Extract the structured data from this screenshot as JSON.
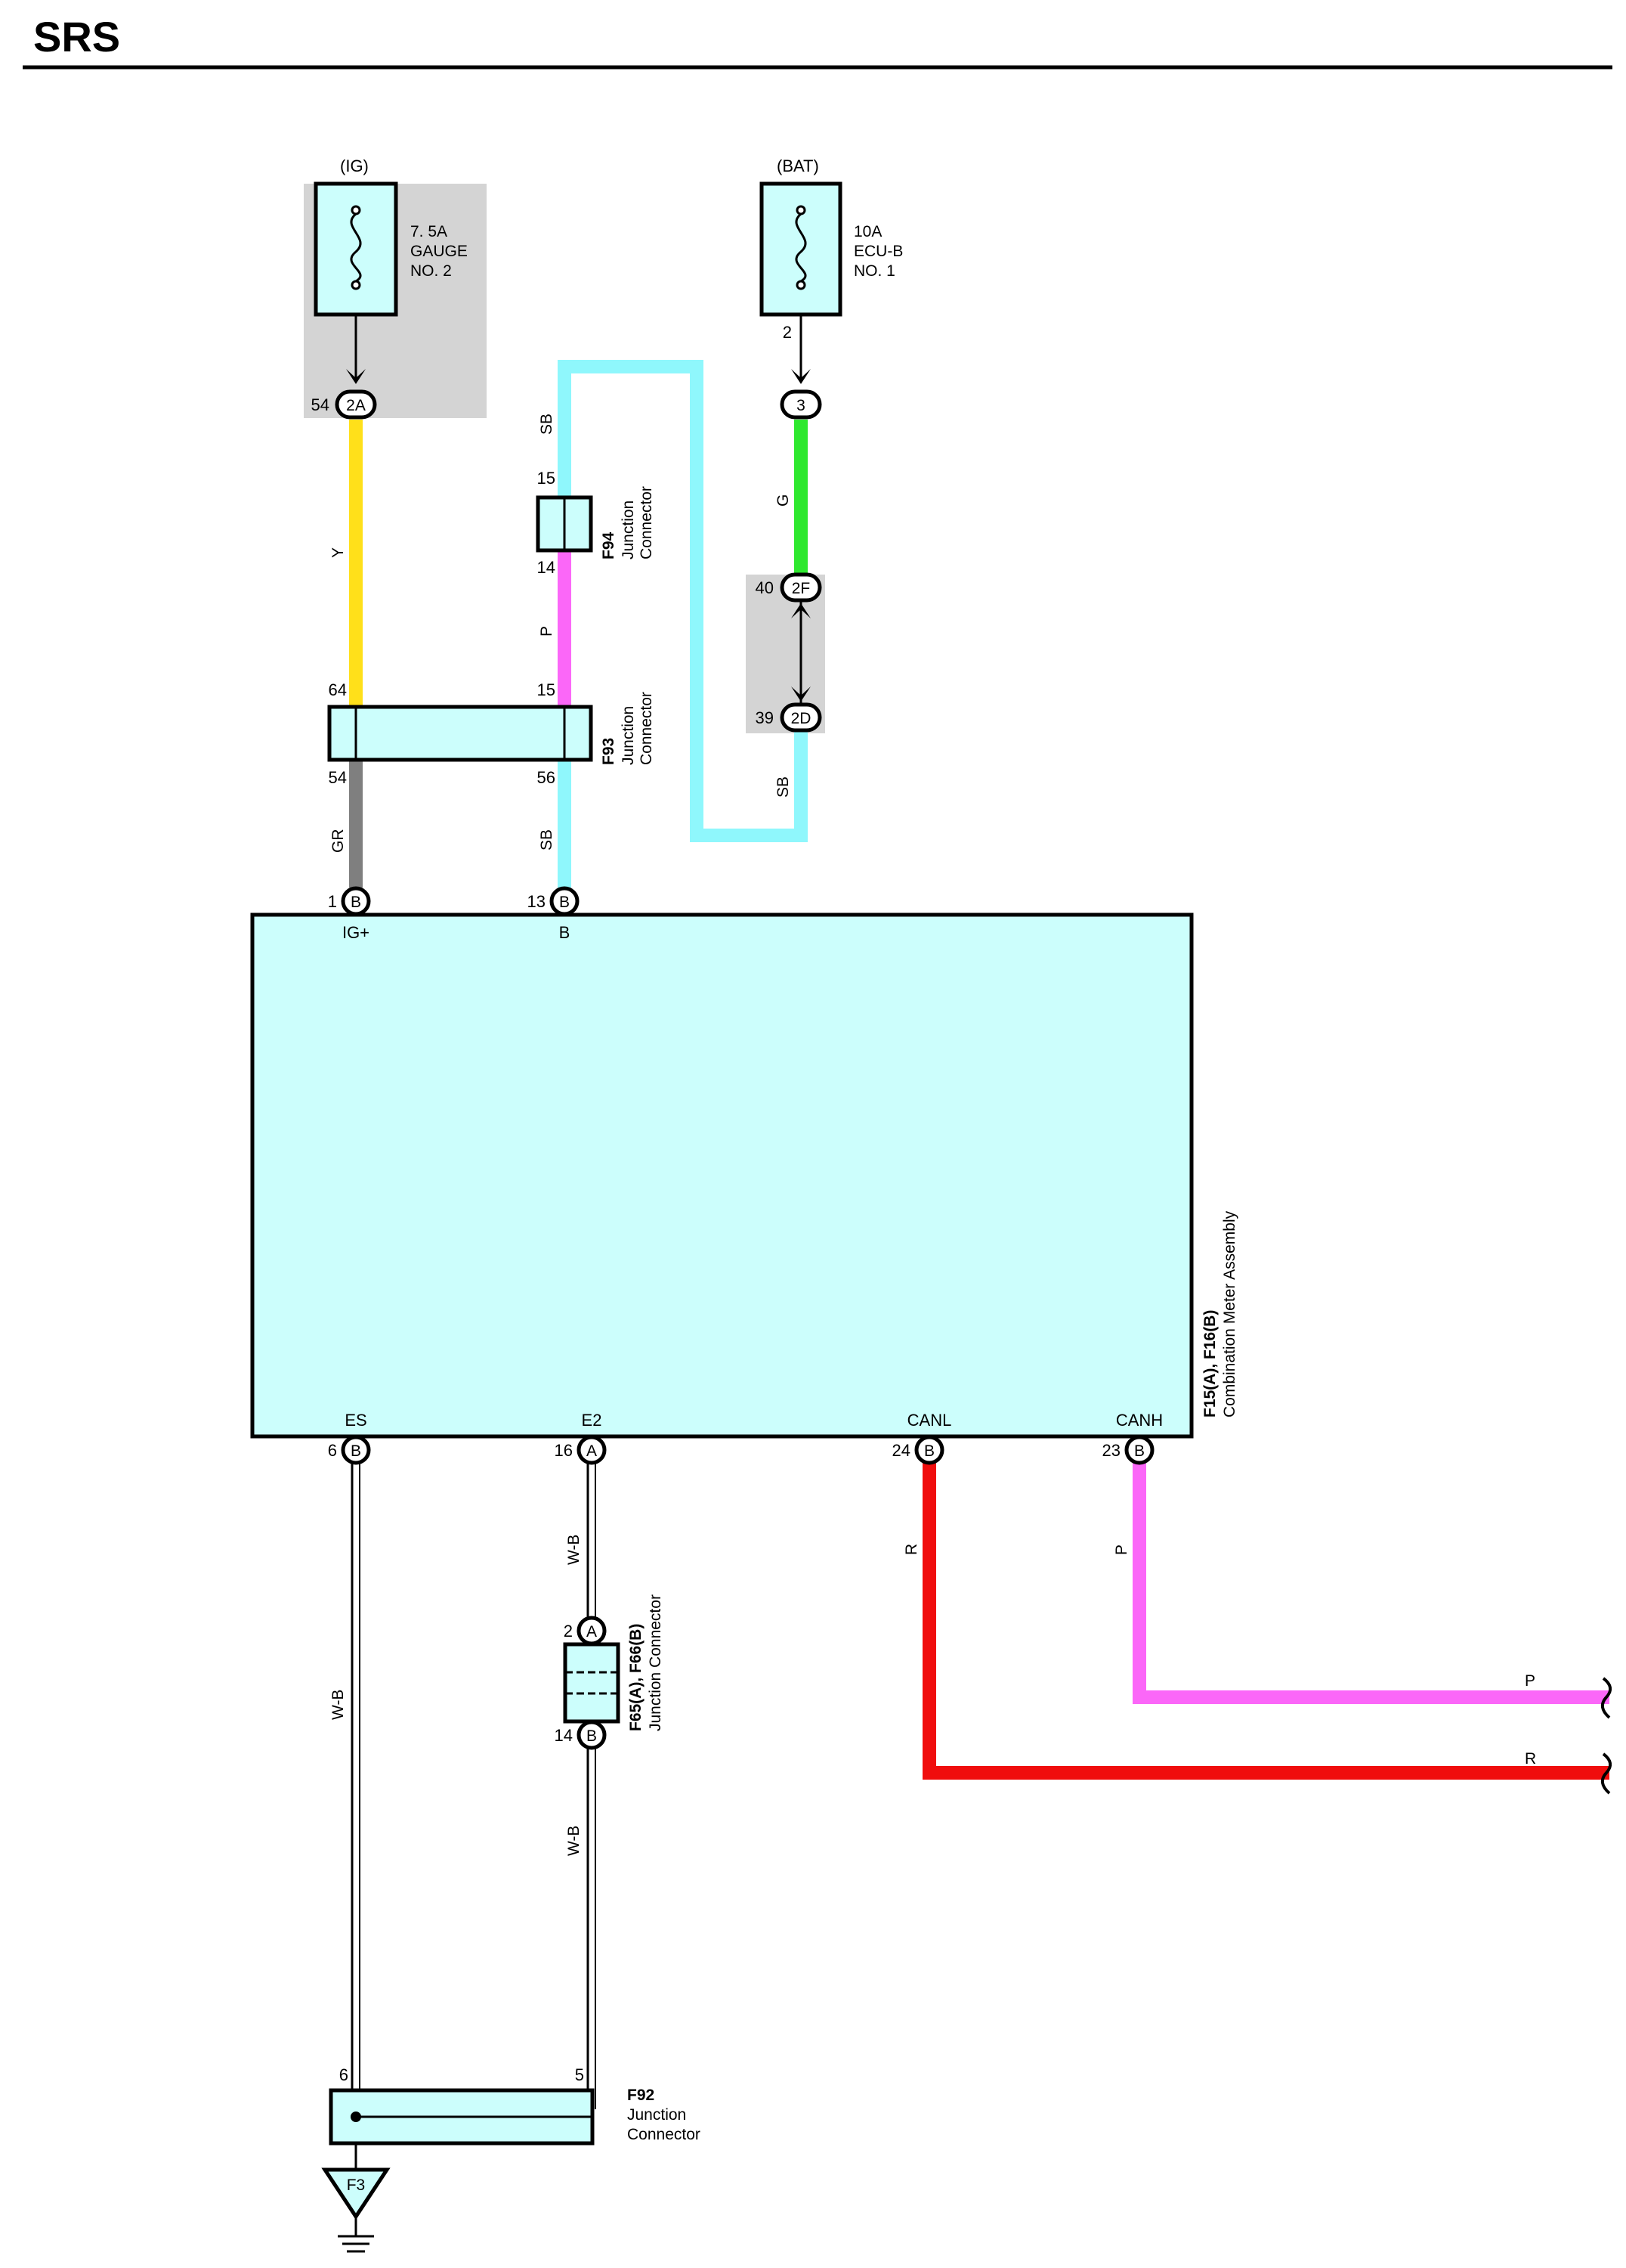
{
  "title": "SRS",
  "colors": {
    "Y": "#ffe01a",
    "SB": "#8ff7fc",
    "P": "#fb67f8",
    "G": "#2ee82e",
    "GR": "#7f7f7f",
    "R": "#f00d0d",
    "component_fill": "#ccfefc",
    "shade": "#d4d4d4"
  },
  "fuse_ig": {
    "supply": "(IG)",
    "rating": "7. 5A",
    "name": "GAUGE",
    "num": "NO. 2"
  },
  "fuse_bat": {
    "supply": "(BAT)",
    "rating": "10A",
    "name": "ECU-B",
    "num": "NO. 1",
    "pin": "2"
  },
  "conn_2a": {
    "code": "2A",
    "pin": "54"
  },
  "conn_3": {
    "code": "3"
  },
  "conn_2f": {
    "code": "2F",
    "pin": "40"
  },
  "conn_2d": {
    "code": "2D",
    "pin": "39"
  },
  "wires": {
    "y": "Y",
    "sb_top": "SB",
    "p_mid": "P",
    "g": "G",
    "sb_right": "SB",
    "gr": "GR",
    "sb_low": "SB",
    "wb_left": "W-B",
    "wb_mid1": "W-B",
    "wb_mid2": "W-B",
    "r": "R",
    "p": "P",
    "p_end": "P",
    "r_end": "R"
  },
  "f94": {
    "code": "F94",
    "name1": "Junction",
    "name2": "Connector",
    "pin_top": "15",
    "pin_bottom": "14"
  },
  "f93": {
    "code": "F93",
    "name1": "Junction",
    "name2": "Connector",
    "pin_tl": "64",
    "pin_tr": "15",
    "pin_bl": "54",
    "pin_br": "56"
  },
  "meter": {
    "code": "F15(A), F16(B)",
    "name": "Combination Meter Assembly",
    "top_pins": [
      {
        "conn": "B",
        "num": "1",
        "label": "IG+"
      },
      {
        "conn": "B",
        "num": "13",
        "label": "B"
      }
    ],
    "bottom_pins": [
      {
        "conn": "B",
        "num": "6",
        "label": "ES"
      },
      {
        "conn": "A",
        "num": "16",
        "label": "E2"
      },
      {
        "conn": "B",
        "num": "24",
        "label": "CANL"
      },
      {
        "conn": "B",
        "num": "23",
        "label": "CANH"
      }
    ]
  },
  "f65": {
    "code": "F65(A), F66(B)",
    "name": "Junction Connector",
    "conn_top": "A",
    "pin_top": "2",
    "conn_bottom": "B",
    "pin_bottom": "14"
  },
  "f92": {
    "code": "F92",
    "name1": "Junction",
    "name2": "Connector",
    "pin_left": "6",
    "pin_right": "5"
  },
  "ground": {
    "code": "F3"
  }
}
